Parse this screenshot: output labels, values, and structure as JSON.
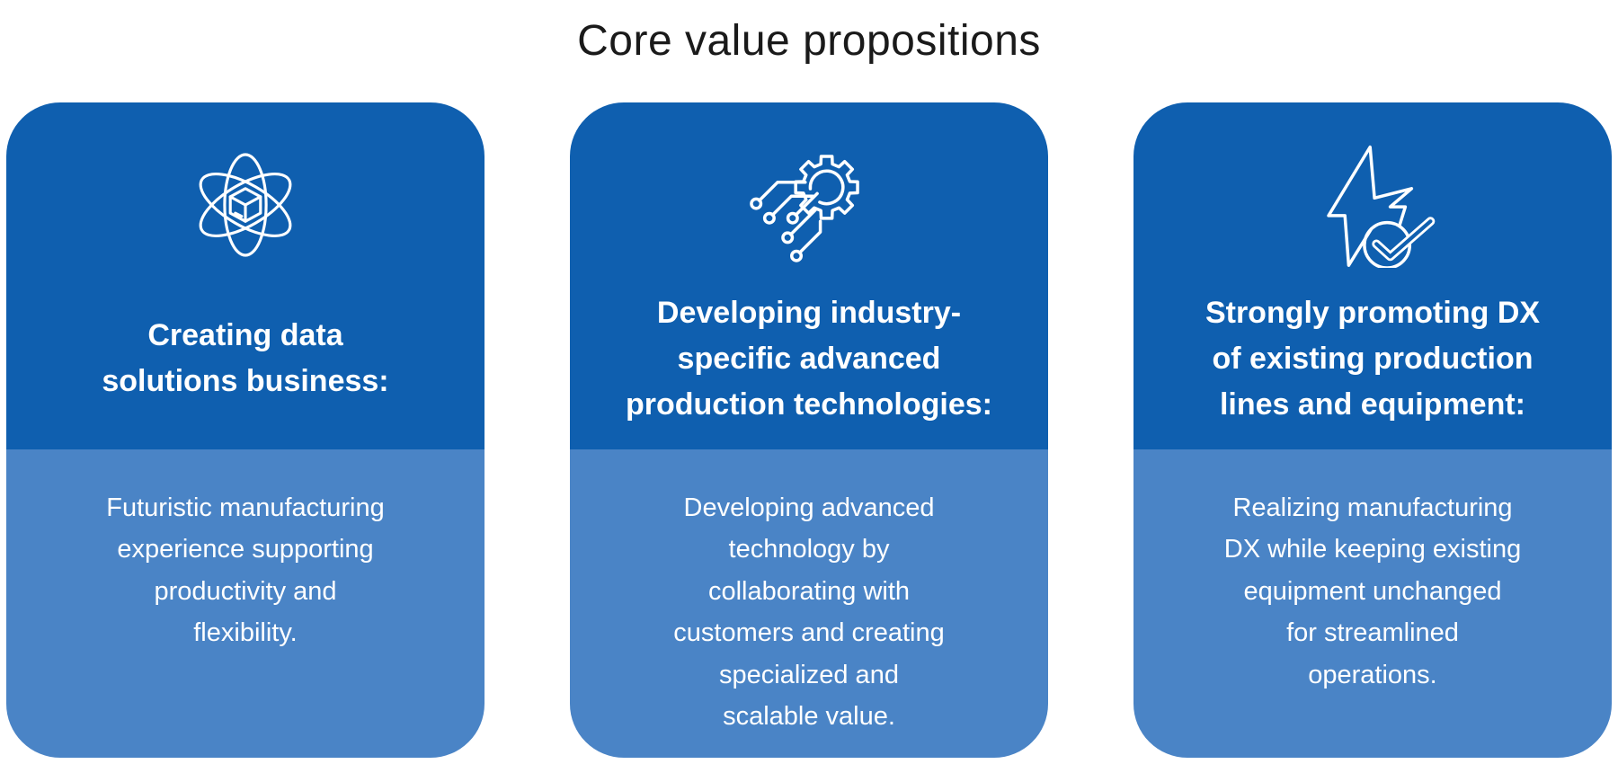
{
  "page_title": "Core value propositions",
  "colors": {
    "card_header_bg": "#0F5FAF",
    "card_body_bg": "#4A84C6",
    "card_text": "#FFFFFF",
    "icon_stroke": "#FFFFFF",
    "title_color": "#1A1A1A",
    "page_bg": "#FFFFFF"
  },
  "cards": [
    {
      "icon": "atom-cube-icon",
      "title": "Creating data\nsolutions business:",
      "body": "Futuristic manufacturing\nexperience supporting\nproductivity and\nflexibility."
    },
    {
      "icon": "gear-circuit-icon",
      "title": "Developing industry-\nspecific advanced\nproduction technologies:",
      "body": "Developing advanced\ntechnology by\ncollaborating with\ncustomers and creating\nspecialized and\nscalable value."
    },
    {
      "icon": "lightning-check-icon",
      "title": "Strongly promoting DX\nof existing production\nlines and equipment:",
      "body": "Realizing manufacturing\nDX while keeping existing\nequipment unchanged\nfor streamlined\noperations."
    }
  ]
}
